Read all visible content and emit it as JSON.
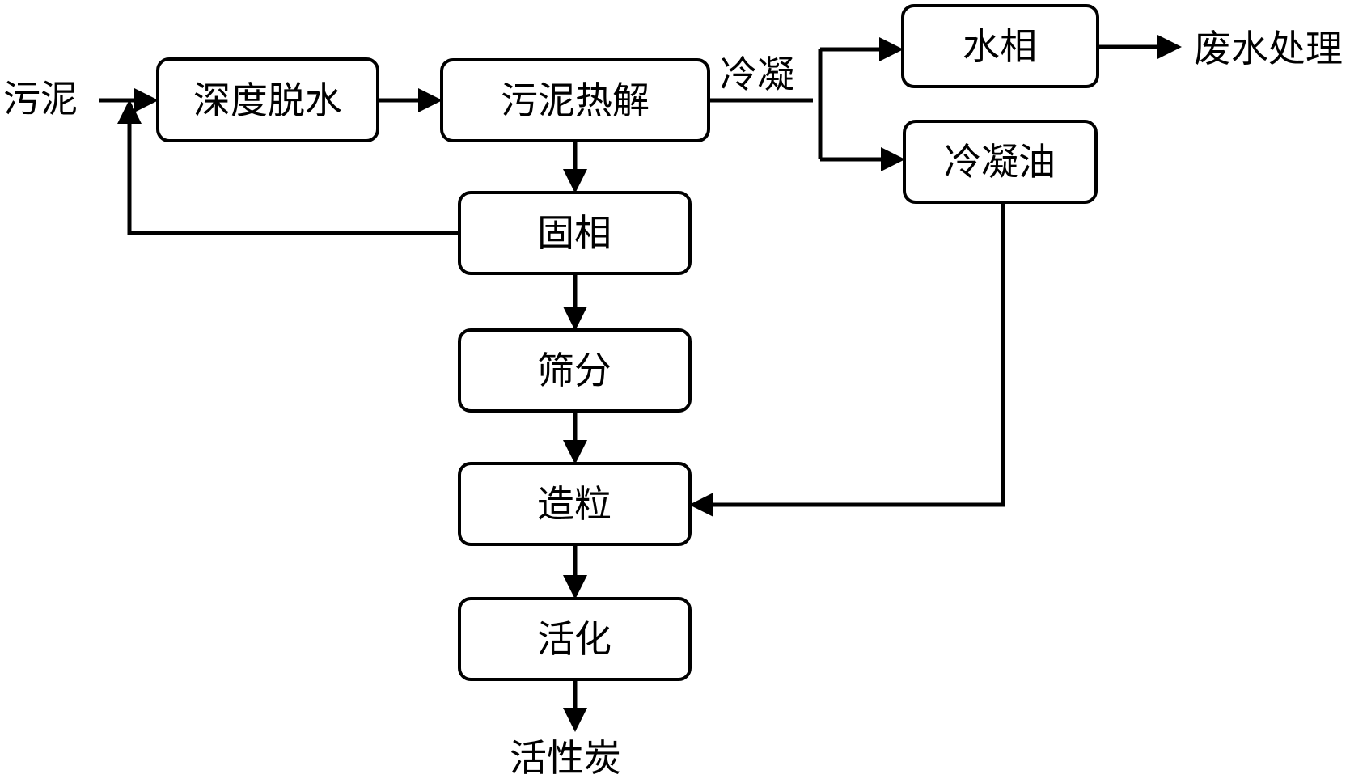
{
  "diagram": {
    "nodes": {
      "dewatering": "深度脱水",
      "pyrolysis": "污泥热解",
      "solid_phase": "固相",
      "screening": "筛分",
      "granulation": "造粒",
      "activation": "活化",
      "water_phase": "水相",
      "condensed_oil": "冷凝油"
    },
    "labels": {
      "input": "污泥",
      "condensation": "冷凝",
      "wastewater_treatment": "废水处理",
      "output": "活性炭"
    },
    "edges": [
      {
        "from": "input",
        "to": "dewatering"
      },
      {
        "from": "dewatering",
        "to": "pyrolysis"
      },
      {
        "from": "pyrolysis",
        "to": "solid_phase"
      },
      {
        "from": "solid_phase",
        "to": "dewatering",
        "note": "recycle"
      },
      {
        "from": "pyrolysis",
        "to": "water_phase",
        "label": "condensation"
      },
      {
        "from": "pyrolysis",
        "to": "condensed_oil",
        "label": "condensation"
      },
      {
        "from": "water_phase",
        "to": "wastewater_treatment"
      },
      {
        "from": "solid_phase",
        "to": "screening"
      },
      {
        "from": "screening",
        "to": "granulation"
      },
      {
        "from": "condensed_oil",
        "to": "granulation"
      },
      {
        "from": "granulation",
        "to": "activation"
      },
      {
        "from": "activation",
        "to": "output"
      }
    ],
    "colors": {
      "stroke": "#000000",
      "fill": "#ffffff",
      "text": "#000000"
    }
  }
}
